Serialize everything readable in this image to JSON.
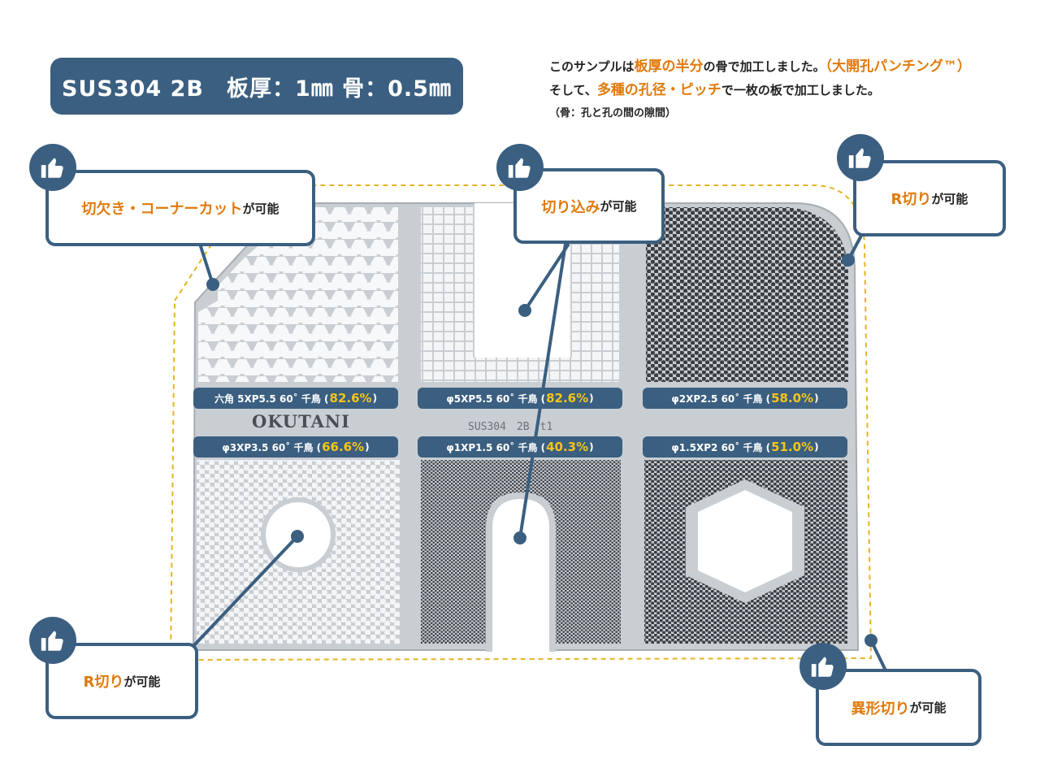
{
  "title_banner": "SUS304 2B　板厚：1㎜ 骨：0.5㎜",
  "intro": {
    "line1_pre": "このサンプルは",
    "line1_hl1": "板厚の半分",
    "line1_mid": "の骨で加工しました。",
    "line1_hl2": "（大開孔パンチング™）",
    "line2_pre": "そして、",
    "line2_hl": "多種の孔径・ピッチ",
    "line2_post": "で一枚の板で加工しました。",
    "line3": "（骨：孔と孔の間の隙間）"
  },
  "callouts": {
    "corner_cut": {
      "hl": "切欠き・コーナーカット",
      "suffix": "が可能"
    },
    "notch": {
      "hl": "切り込み",
      "suffix": "が可能"
    },
    "r_cut_top": {
      "hl": "R切り",
      "suffix": "が可能"
    },
    "r_cut_bottom": {
      "hl": "R切り",
      "suffix": "が可能"
    },
    "odd_shape": {
      "hl": "異形切り",
      "suffix": "が可能"
    }
  },
  "labels": [
    {
      "pre": "六角 5XP5.5 60˚ 千鳥 (",
      "pct": "82.6%",
      "post": ")"
    },
    {
      "pre": "φ5XP5.5 60˚ 千鳥 (",
      "pct": "82.6%",
      "post": ")"
    },
    {
      "pre": "φ2XP2.5 60˚ 千鳥 (",
      "pct": "58.0%",
      "post": ")"
    },
    {
      "pre": "φ3XP3.5 60˚ 千鳥 (",
      "pct": "66.6%",
      "post": ")"
    },
    {
      "pre": "φ1XP1.5 60˚ 千鳥 (",
      "pct": "40.3%",
      "post": ")"
    },
    {
      "pre": "φ1.5XP2 60˚ 千鳥 (",
      "pct": "51.0%",
      "post": ")"
    }
  ],
  "engraving": {
    "brand": "OKUTANI",
    "mark": "SUS304　2B　t1"
  },
  "icons": {
    "callout": "thumbs-up-icon"
  },
  "colors": {
    "navy": "#3b5f80",
    "orange": "#e07a0c",
    "yellow": "#f5c518",
    "plate": "#c9ced3"
  }
}
